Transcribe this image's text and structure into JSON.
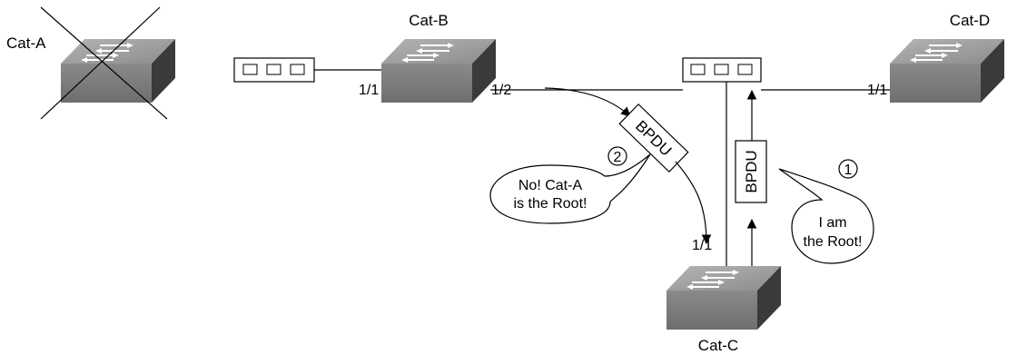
{
  "switches": {
    "cat_a": {
      "label": "Cat-A",
      "status": "failed"
    },
    "cat_b": {
      "label": "Cat-B"
    },
    "cat_c": {
      "label": "Cat-C"
    },
    "cat_d": {
      "label": "Cat-D"
    }
  },
  "ports": {
    "cat_b_left": "1/1",
    "cat_b_right": "1/2",
    "cat_d": "1/1",
    "cat_c": "1/1"
  },
  "bpdu": {
    "label_1": "BPDU",
    "label_2": "BPDU"
  },
  "steps": {
    "one": "1",
    "two": "2"
  },
  "bubbles": {
    "cat_c_claim": [
      "I am",
      "the Root!"
    ],
    "cat_b_reply": [
      "No! Cat-A",
      "is the Root!"
    ]
  },
  "colors": {
    "switch_top": "#9a9a9a",
    "switch_front": "#7a7a7a",
    "switch_side": "#3c3c3c",
    "line": "#000000"
  }
}
